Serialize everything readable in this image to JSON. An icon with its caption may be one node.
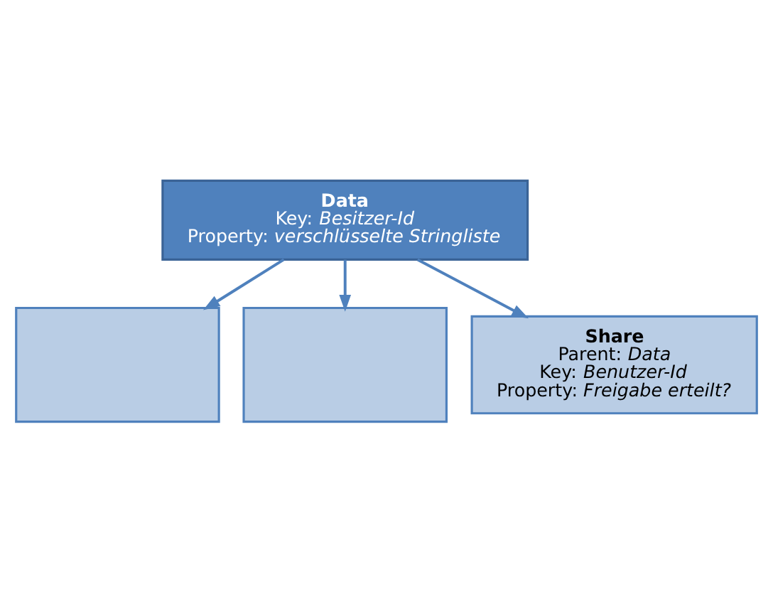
{
  "diagram": {
    "nodes": [
      {
        "text": [
          "Data",
          "Key: *Besitzer-Id*",
          "Property: *verschlüsselte Stringliste*"
        ]
      },
      {
        "text": [],
        "shape": "box"
      },
      {
        "text": [],
        "shape": "box"
      },
      {
        "text": [
          "Share",
          "Parent: *Data*",
          "Key: *Benutzer-Id*",
          "Property: *Freigabe erteilt?*"
        ]
      }
    ],
    "edges": [
      {
        "from": 0,
        "to": 1,
        "arrow": "to"
      },
      {
        "from": 0,
        "to": 2,
        "arrow": "to"
      },
      {
        "from": 0,
        "to": 3,
        "arrow": "to"
      }
    ]
  }
}
